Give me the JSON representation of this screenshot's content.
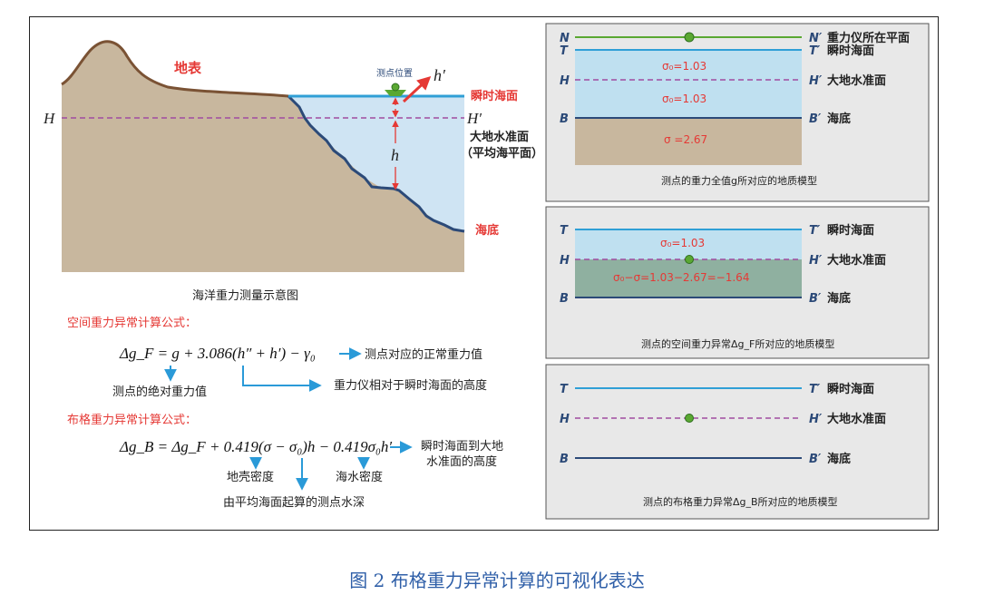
{
  "left_diagram": {
    "land_label": "地表",
    "station_label": "测点位置",
    "h_prime": "h′",
    "instant_sea_label": "瞬时海面",
    "H_left": "H",
    "H_right": "H′",
    "geoid_label_1": "大地水准面",
    "geoid_label_2": "（平均海平面）",
    "h_label": "h",
    "seabed_label": "海底",
    "caption": "海洋重力测量示意图"
  },
  "formulas": {
    "free_air_title": "空间重力异常计算公式：",
    "free_air_formula": "Δg_F = g + 3.086(h″ + h′) − γ₀",
    "normal_gravity_note": "测点对应的正常重力值",
    "absolute_gravity_note": "测点的绝对重力值",
    "meter_height_note": "重力仪相对于瞬时海面的高度",
    "bouguer_title": "布格重力异常计算公式：",
    "bouguer_formula": "Δg_B = Δg_F + 0.419(σ − σ₀)h − 0.419σ₀h′",
    "sea_to_geoid_note_1": "瞬时海面到大地",
    "sea_to_geoid_note_2": "水准面的高度",
    "crust_density_note": "地壳密度",
    "seawater_density_note": "海水密度",
    "depth_note": "由平均海面起算的测点水深"
  },
  "panel1": {
    "N": "N",
    "N_prime": "N′",
    "N_label": "重力仪所在平面",
    "T": "T",
    "T_prime": "T′",
    "T_label": "瞬时海面",
    "H": "H",
    "H_prime": "H′",
    "H_label": "大地水准面",
    "B": "B",
    "B_prime": "B′",
    "B_label": "海底",
    "sigma0_a": "σ₀=1.03",
    "sigma0_b": "σ₀=1.03",
    "sigma": "σ =2.67",
    "caption": "测点的重力全值g所对应的地质模型"
  },
  "panel2": {
    "T": "T",
    "T_prime": "T′",
    "T_label": "瞬时海面",
    "H": "H",
    "H_prime": "H′",
    "H_label": "大地水准面",
    "B": "B",
    "B_prime": "B′",
    "B_label": "海底",
    "sigma0": "σ₀=1.03",
    "diff": "σ₀−σ=1.03−2.67=−1.64",
    "caption": "测点的空间重力异常Δg_F所对应的地质模型"
  },
  "panel3": {
    "T": "T",
    "T_prime": "T′",
    "T_label": "瞬时海面",
    "H": "H",
    "H_prime": "H′",
    "H_label": "大地水准面",
    "B": "B",
    "B_prime": "B′",
    "B_label": "海底",
    "caption": "测点的布格重力异常Δg_B所对应的地质模型"
  },
  "figure_caption": "图 2 布格重力异常计算的可视化表达",
  "colors": {
    "land": "#c8b79e",
    "land_edge": "#7a5234",
    "sea": "#cfe4f3",
    "sea_line": "#2f9fd6",
    "seabed_line": "#2c4a78",
    "geoid_line": "#a04ca0",
    "red": "#e53935",
    "green": "#5aa832",
    "bluegreen": "#8fb0a0",
    "panel_bg": "#e8e8e8",
    "arrow_blue": "#2a9ad8"
  }
}
